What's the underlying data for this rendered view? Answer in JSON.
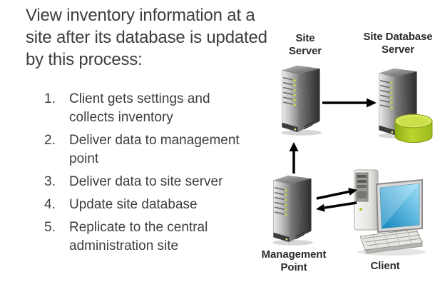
{
  "intro": {
    "title": "View inventory information at a\nsite after its database is updated\nby this process:",
    "steps": [
      {
        "num": "1.",
        "text": "Client gets settings and\ncollects inventory"
      },
      {
        "num": "2.",
        "text": "Deliver data to management\npoint"
      },
      {
        "num": "3.",
        "text": "Deliver data to site server"
      },
      {
        "num": "4.",
        "text": "Update site database"
      },
      {
        "num": "5.",
        "text": "Replicate to the central\nadministration site"
      }
    ]
  },
  "diagram": {
    "nodes": {
      "site_server": {
        "label": "Site\nServer",
        "icon": "server-tower-icon"
      },
      "site_db_server": {
        "label": "Site Database\nServer",
        "icon": "server-tower-with-database-icon"
      },
      "management_point": {
        "label": "Management\nPoint",
        "icon": "server-tower-icon"
      },
      "client": {
        "label": "Client",
        "icon": "desktop-computer-icon"
      }
    },
    "arrows": [
      {
        "name": "site-server-to-site-database-server",
        "direction": "right"
      },
      {
        "name": "management-point-to-site-server",
        "direction": "up"
      },
      {
        "name": "management-point-to-client",
        "direction": "right"
      },
      {
        "name": "client-to-management-point",
        "direction": "left"
      }
    ],
    "colors": {
      "led": "#c9d64a",
      "db_body": "#bcd52f",
      "db_top": "#d8e75f",
      "screen_dark": "#0f85bf",
      "screen_light": "#9fe0f8",
      "arrow": "#000000"
    }
  }
}
